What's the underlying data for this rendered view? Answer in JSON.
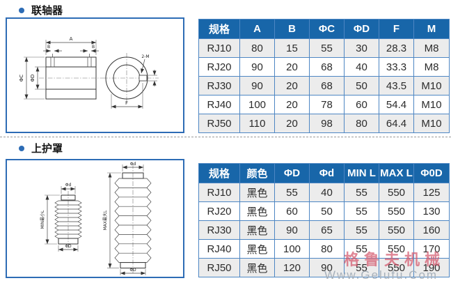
{
  "colors": {
    "accent_blue": "#2d6cb5",
    "table_header_bg": "#1866a9",
    "table_border": "#4d86c3",
    "row_alt_bg": "#ececec",
    "watermark_red": "#d4556a",
    "watermark_gray": "#a7b1bb"
  },
  "sections": [
    {
      "title": "联轴器",
      "drawing": {
        "dim_a": "A",
        "dim_b_left": "B",
        "dim_b_right": "B",
        "dim_phi_c": "ΦC",
        "dim_phi_d": "ΦD",
        "dim_f": "F",
        "thread_label": "2-M"
      },
      "table": {
        "headers": [
          "规格",
          "A",
          "B",
          "ΦC",
          "ΦD",
          "F",
          "M"
        ],
        "rows": [
          [
            "RJ10",
            "80",
            "15",
            "55",
            "30",
            "28.3",
            "M8"
          ],
          [
            "RJ20",
            "90",
            "20",
            "68",
            "40",
            "33.3",
            "M8"
          ],
          [
            "RJ30",
            "90",
            "20",
            "68",
            "50",
            "43.5",
            "M10"
          ],
          [
            "RJ40",
            "100",
            "20",
            "78",
            "60",
            "54.4",
            "M10"
          ],
          [
            "RJ50",
            "110",
            "20",
            "98",
            "80",
            "64.4",
            "M10"
          ]
        ]
      }
    },
    {
      "title": "上护罩",
      "drawing": {
        "compressed": {
          "top": "Φd",
          "length": "MIN最小L",
          "bottom": "ΦD"
        },
        "extended": {
          "top": "Φd",
          "length": "MAX最大L",
          "bottom": "ΦD"
        }
      },
      "table": {
        "headers": [
          "规格",
          "颜色",
          "ΦD",
          "Φd",
          "MIN L",
          "MAX L",
          "Φ0D"
        ],
        "rows": [
          [
            "RJ10",
            "黑色",
            "55",
            "40",
            "55",
            "550",
            "125"
          ],
          [
            "RJ20",
            "黑色",
            "60",
            "50",
            "55",
            "550",
            "130"
          ],
          [
            "RJ30",
            "黑色",
            "90",
            "65",
            "55",
            "550",
            "160"
          ],
          [
            "RJ40",
            "黑色",
            "100",
            "80",
            "55",
            "550",
            "170"
          ],
          [
            "RJ50",
            "黑色",
            "120",
            "90",
            "55",
            "550",
            "190"
          ]
        ]
      }
    }
  ],
  "watermark": {
    "brand": "格鲁夫机械",
    "url": "Www.Gelufu.Com"
  }
}
